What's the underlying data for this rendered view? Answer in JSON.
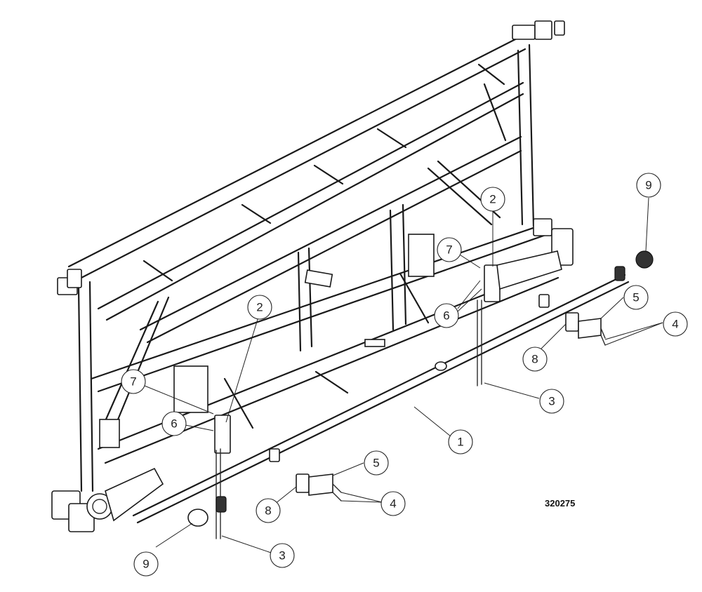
{
  "diagram": {
    "drawing_number": "320275",
    "callouts": [
      {
        "id": "c1",
        "label": "1"
      },
      {
        "id": "c2a",
        "label": "2"
      },
      {
        "id": "c2b",
        "label": "2"
      },
      {
        "id": "c3a",
        "label": "3"
      },
      {
        "id": "c3b",
        "label": "3"
      },
      {
        "id": "c4a",
        "label": "4"
      },
      {
        "id": "c4b",
        "label": "4"
      },
      {
        "id": "c5a",
        "label": "5"
      },
      {
        "id": "c5b",
        "label": "5"
      },
      {
        "id": "c6a",
        "label": "6"
      },
      {
        "id": "c6b",
        "label": "6"
      },
      {
        "id": "c7a",
        "label": "7"
      },
      {
        "id": "c7b",
        "label": "7"
      },
      {
        "id": "c8a",
        "label": "8"
      },
      {
        "id": "c8b",
        "label": "8"
      },
      {
        "id": "c9a",
        "label": "9"
      },
      {
        "id": "c9b",
        "label": "9"
      }
    ]
  }
}
